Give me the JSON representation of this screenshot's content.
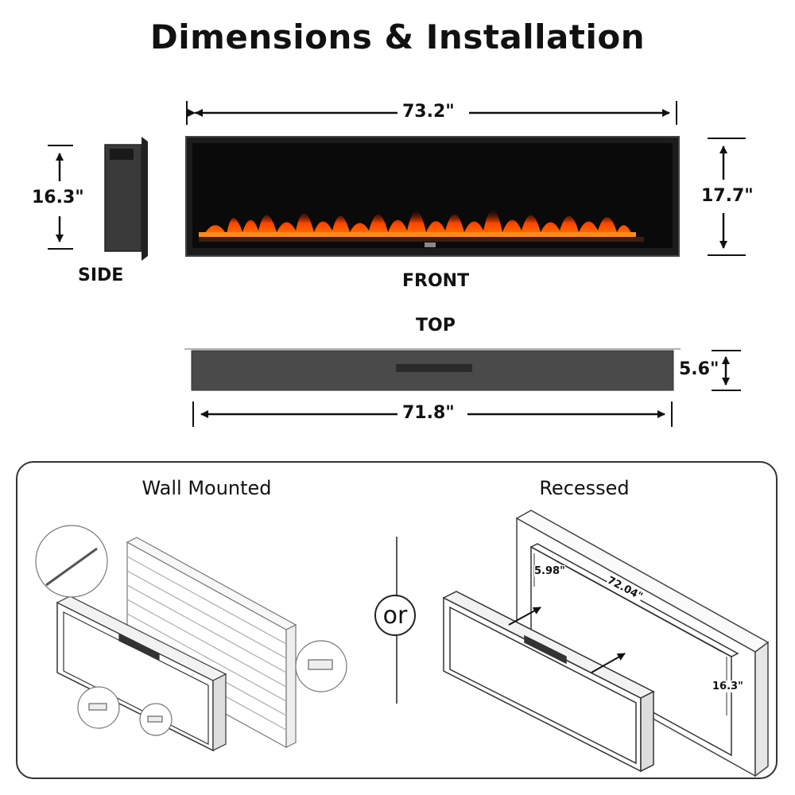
{
  "title": "Dimensions & Installation",
  "dimensions": {
    "front_width": "73.2\"",
    "front_height": "17.7\"",
    "side_height": "16.3\"",
    "top_depth": "5.6\"",
    "top_width": "71.8\""
  },
  "views": {
    "side": "SIDE",
    "front": "FRONT",
    "top": "TOP"
  },
  "installation": {
    "wall_mounted": "Wall Mounted",
    "or": "or",
    "recessed": "Recessed",
    "recess_depth": "5.98\"",
    "recess_width": "72.04\"",
    "recess_height": "16.3\""
  }
}
